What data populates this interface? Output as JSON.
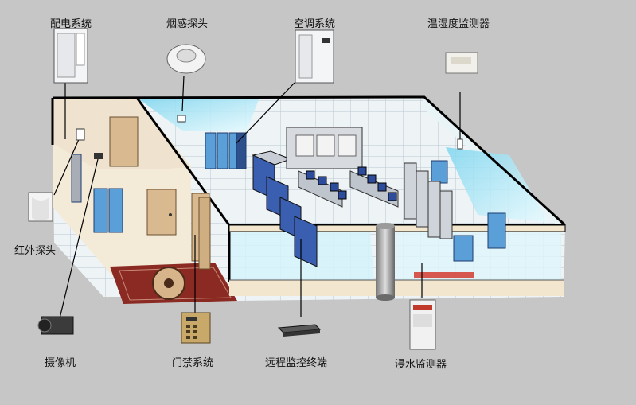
{
  "labels": {
    "power": "配电系统",
    "smoke": "烟感探头",
    "ac": "空调系统",
    "temp": "温湿度监测器",
    "infrared": "红外探头",
    "camera": "摄像机",
    "access": "门禁系统",
    "remote": "远程监控终端",
    "water": "浸水监测器"
  },
  "colors": {
    "background": "#c6c6c6",
    "wall_top": "#000000",
    "floor_tile": "#e8eef2",
    "glass": "#9fe0f0",
    "cabinet_blue": "#5a9fd8",
    "carpet": "#8a2a22"
  }
}
